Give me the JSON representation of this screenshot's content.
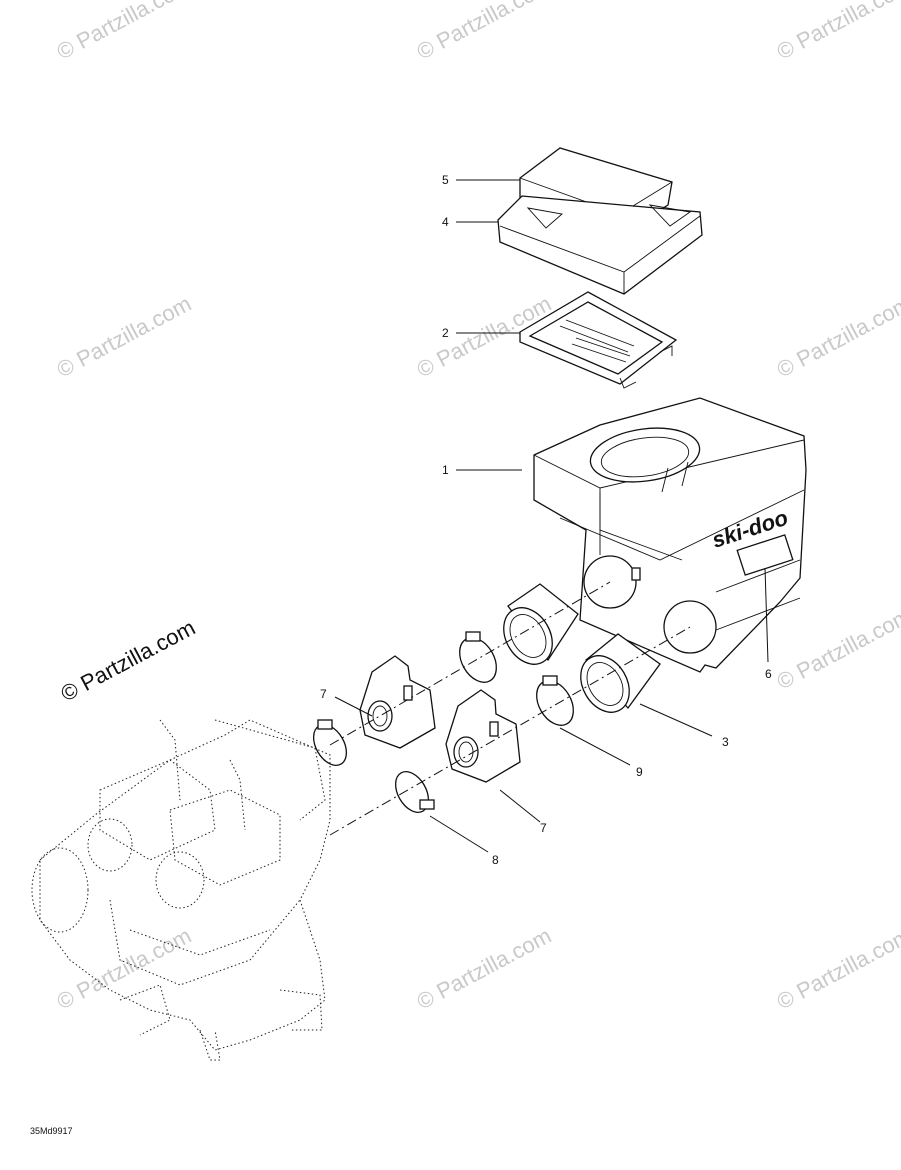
{
  "watermark": "© Partzilla.com",
  "main_watermark": "© Partzilla.com",
  "figure_code": "35Md9917",
  "callouts": [
    {
      "id": "c5",
      "label": "5"
    },
    {
      "id": "c4",
      "label": "4"
    },
    {
      "id": "c2",
      "label": "2"
    },
    {
      "id": "c1",
      "label": "1"
    },
    {
      "id": "c6",
      "label": "6"
    },
    {
      "id": "c3",
      "label": "3"
    },
    {
      "id": "c9",
      "label": "9"
    },
    {
      "id": "c7a",
      "label": "7"
    },
    {
      "id": "c7b",
      "label": "7"
    },
    {
      "id": "c8",
      "label": "8"
    }
  ],
  "logo_text": "ski-doo"
}
